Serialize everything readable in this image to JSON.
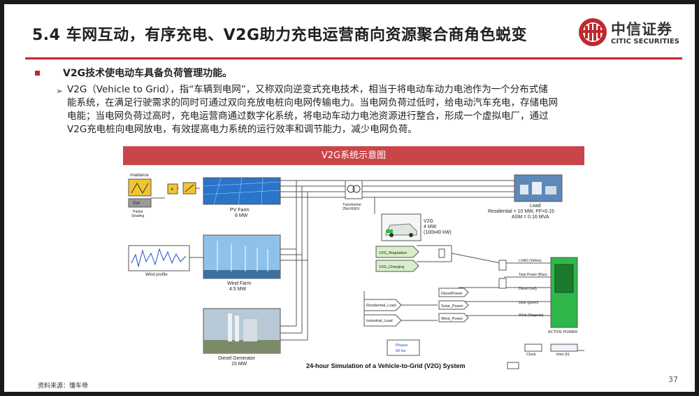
{
  "header": {
    "title": "5.4 车网互动，有序充电、V2G助力充电运营商向资源聚合商角色蜕变",
    "logo_cn": "中信证券",
    "logo_en": "CITIC SECURITIES"
  },
  "body": {
    "bullet_title": "V2G技术使电动车具备负荷管理功能。",
    "paragraph_lines": [
      "V2G（Vehicle to Grid），指“车辆到电网”，又称双向逆变式充电技术，相当于将电动车动力电池作为一个分布式储",
      "能系统，在满足行驶需求的同时可通过双向充放电桩向电网传输电力。当电网负荷过低时，给电动汽车充电，存储电网",
      "电能；当电网负荷过高时，充电运营商通过数字化系统，将电动车动力电池资源进行整合，形成一个虚拟电厂，通过",
      "V2G充电桩向电网放电，有效提高电力系统的运行效率和调节能力，减少电网负荷。"
    ]
  },
  "figure": {
    "title": "V2G系统示意图",
    "labels": {
      "irradiance": "Irradiance",
      "out": "Out",
      "partial_shading": "Partial\nShading",
      "pv_farm": "PV Farm",
      "pv_mw": "8 MW",
      "transformer": "Transformer\n25kV/600V",
      "load": "Load",
      "load_res": "Residential = 10 MW, PF=0.15",
      "load_asm": "ASM = 0.16 MVA",
      "v2g": "V2G",
      "v2g_mw": "4 MW",
      "v2g_kw": "(100x40 kW)",
      "wind_profile": "Wind profile",
      "wind_farm": "Wind Farm",
      "wind_mw": "4.5 MW",
      "v2g_regulation": "V2G_Regulation",
      "v2g_charging": "V2G_Charging",
      "residential_load": "Residential_Load",
      "industrial_load": "Industrial_Load",
      "diesel_power": "DieselPower",
      "solar_power": "Solar_Power",
      "wind_power": "Wind_Power",
      "load_yellow": "LOAD (Yellow)",
      "total_power": "Total Power (Blue)",
      "diesel_red": "Diesel (red)",
      "solar_green": "solar (green)",
      "wind_magenta": "Wind (Magenta)",
      "active_power": "ACTIVE POWER",
      "diesel_gen": "Diesel Generator",
      "diesel_mw": "15 MW",
      "phasor": "Phasor\n60 Hz",
      "clock": "Clock",
      "time": "time (h)",
      "caption": "24-hour Simulation of a Vehicle-to-Grid (V2G) System"
    }
  },
  "footer": {
    "source": "资料来源：懂车帝",
    "page": "37"
  },
  "colors": {
    "accent": "#c0282d",
    "figbar": "#c8464a",
    "scope_green": "#2fb84a"
  }
}
